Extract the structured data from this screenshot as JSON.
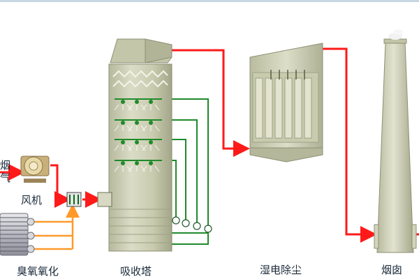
{
  "labels": {
    "fan": "风机",
    "ozone": "臭氧氧化",
    "absorber": "吸收塔",
    "wesp": "湿电除尘",
    "chimney": "烟囱",
    "inlet_line1": "烟",
    "inlet_line2": "气"
  },
  "colors": {
    "flue_gas_line": "#ff1a1a",
    "ozone_line": "#ff9a2a",
    "liquid_line": "#1f8a2a",
    "equipment_body": "#cfd2b4",
    "equipment_dark": "#a8ac8c"
  },
  "icons": [
    "fan-icon",
    "ozone-generator-icon",
    "spray-nozzle-icon",
    "pump-icon",
    "static-mixer-icon"
  ]
}
